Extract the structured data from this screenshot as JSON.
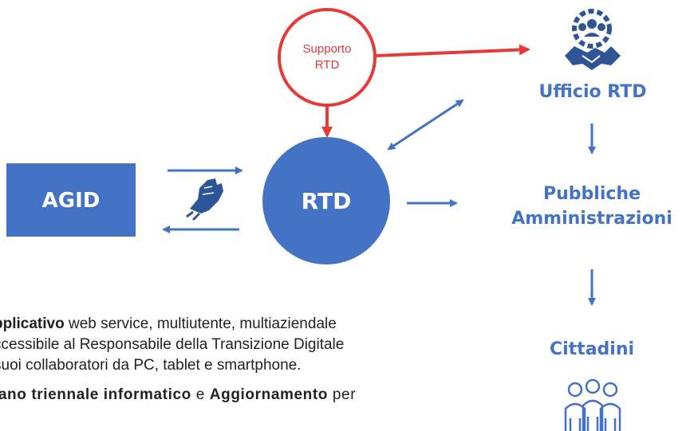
{
  "nodes": {
    "agid": "AGID",
    "rtd": "RTD",
    "supporto_line1": "Supporto",
    "supporto_line2": "RTD",
    "ufficio": "Ufficio RTD",
    "pa_line1": "Pubbliche",
    "pa_line2": "Amministrazioni",
    "cittadini": "Cittadini"
  },
  "text": {
    "line1_bold": "pplicativo",
    "line1_rest": " web service, multiutente, multiaziendale",
    "line2": "ccessibile al Responsabile della Transizione Digitale",
    "line3": "suoi collaboratori da PC, tablet e smartphone.",
    "line4_bold1": "iano triennale informatico",
    "line4_mid": " e ",
    "line4_bold2": "Aggiornamento",
    "line4_end": " per"
  },
  "colors": {
    "blue": "#4472c4",
    "dark_blue": "#2f5597",
    "red": "#e63a3a",
    "label_blue": "#4472c4"
  },
  "icons": [
    "people-gear-handshake-icon",
    "hand-arrow-icon",
    "citizens-group-icon"
  ]
}
